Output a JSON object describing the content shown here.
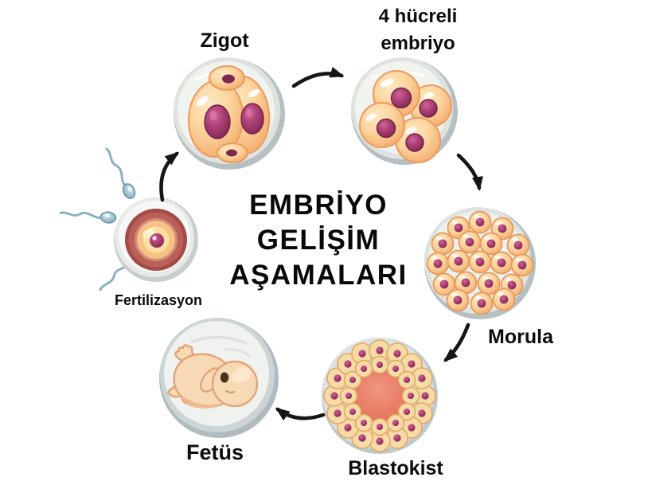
{
  "diagram": {
    "title": {
      "lines": [
        "EMBRİYO",
        "GELİŞİM",
        "AŞAMALARI"
      ]
    },
    "stages": [
      {
        "id": "fertilization",
        "label": "Fertilizasyon"
      },
      {
        "id": "zygote",
        "label": "Zigot"
      },
      {
        "id": "four-cell-embryo",
        "label_line1": "4 hücreli",
        "label_line2": "embriyo"
      },
      {
        "id": "morula",
        "label": "Morula"
      },
      {
        "id": "blastocyst",
        "label": "Blastokist"
      },
      {
        "id": "fetus",
        "label": "Fetüs"
      }
    ],
    "flow_order": [
      "fertilization",
      "zygote",
      "four-cell-embryo",
      "morula",
      "blastocyst",
      "fetus"
    ],
    "colors": {
      "background": "#ffffff",
      "text": "#0c0c0c",
      "arrow": "#161616",
      "shell_rim_gray": "#b6bfc2",
      "shell_inner_gray": "#f0f2ef",
      "cell_orange": "#fbd19b",
      "cell_outline": "#ec9a5e",
      "nucleus_magenta": "#a63a70",
      "egg_ring_red": "#b85c55",
      "egg_center_orange": "#f5c284",
      "blastocoel_salmon": "#e8826c",
      "sperm_blue": "#8ab1bf",
      "fetus_skin": "#f8d9b6",
      "fetus_eye": "#4c3320"
    }
  }
}
